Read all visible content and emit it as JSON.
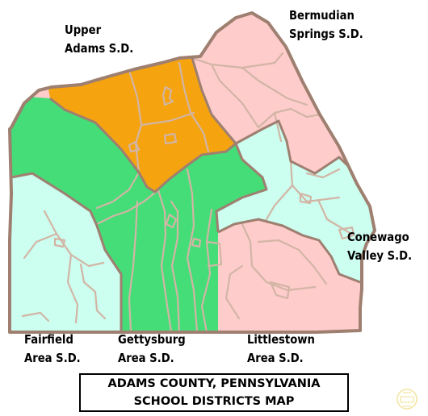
{
  "colors": {
    "upper_adams": "#f5a30f",
    "bermudian_springs": "#ffcccc",
    "fairfield": "#ccfff0",
    "gettysburg": "#44dd77",
    "littlestown": "#ffcccc",
    "conewago_valley": "#ccfff0",
    "boundary": "#9e7f70",
    "inner_line": "#d2b5a5"
  },
  "labels": {
    "upper_adams": [
      "Upper",
      "Adams S.D."
    ],
    "bermudian_springs": [
      "Bermudian",
      "Springs S.D."
    ],
    "conewago_valley": [
      "Conewago",
      "Valley S.D."
    ],
    "fairfield": [
      "Fairfield",
      "Area S.D."
    ],
    "gettysburg": [
      "Gettysburg",
      "Area S.D."
    ],
    "littlestown": [
      "Littlestown",
      "Area S.D."
    ]
  },
  "title": [
    "ADAMS COUNTY, PENNSYLVANIA",
    "SCHOOL DISTRICTS MAP"
  ]
}
